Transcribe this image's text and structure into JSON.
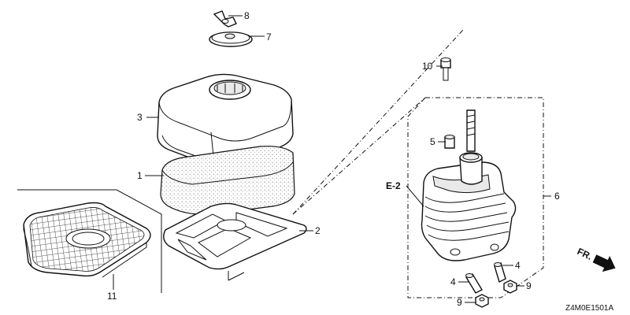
{
  "diagram": {
    "callouts": {
      "p1": "1",
      "p2": "2",
      "p3": "3",
      "p4a": "4",
      "p4b": "4",
      "p5": "5",
      "p6": "6",
      "p7": "7",
      "p8": "8",
      "p9a": "9",
      "p9b": "9",
      "p10": "10",
      "p11": "11"
    },
    "reference": "E-2",
    "direction": "FR.",
    "drawing_code": "Z4M0E1501A"
  }
}
